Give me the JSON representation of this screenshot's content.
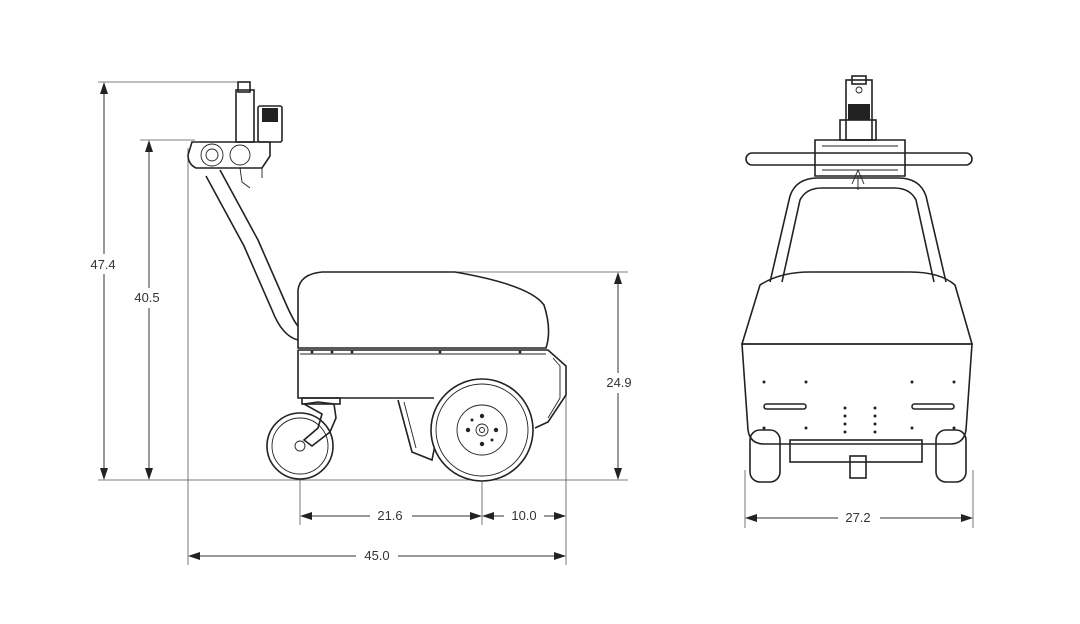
{
  "dimensions": {
    "overall_height": "47.4",
    "handle_height": "40.5",
    "body_height": "24.9",
    "wheelbase": "21.6",
    "rear_overhang": "10.0",
    "overall_length": "45.0",
    "overall_width": "27.2"
  },
  "colors": {
    "line": "#222222",
    "dimension_text": "#333333",
    "background": "#ffffff"
  }
}
